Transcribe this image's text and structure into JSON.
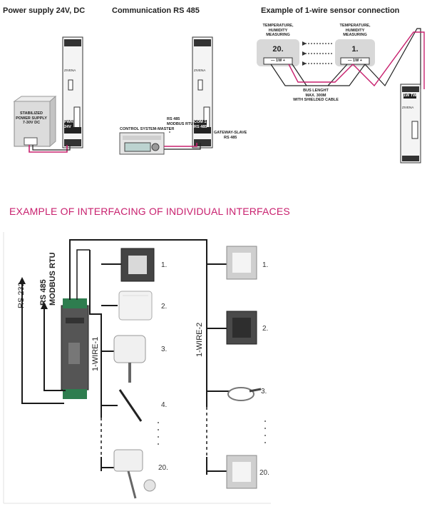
{
  "top": {
    "power_title": "Power supply 24V, DC",
    "rs485_title": "Communication RS 485",
    "onewire_title": "Example of 1-wire sensor connection",
    "psu_label_1": "STABILIZED",
    "psu_label_2": "POWER SUPPLY",
    "psu_label_3": "7-30V DC",
    "pwr_tag_1": "PWR",
    "pwr_tag_2": "24V",
    "control_master": "CONTROL SYSTEM-MASTER",
    "rs485_modbus_1": "RS 485",
    "rs485_modbus_2": "MODBUS RTU",
    "gateway_1": "GATEWAY-SLAVE",
    "gateway_2": "RS 485",
    "com_tag_1": "COM 1",
    "com_tag_2": "RS 485",
    "sensor20_num": "20.",
    "sensor1_num": "1.",
    "sensor_caption_1": "TEMPERATURE,",
    "sensor_caption_2": "HUMIDITY",
    "sensor_caption_3": "MEASURING",
    "sensor_bus": "— 1W +",
    "bus_1": "BUS LENGHT",
    "bus_2": "MAX. 300M",
    "bus_3": "WITH SHIELDED CABLE",
    "tw_tag": "1W TW",
    "brand": "ZIVENA"
  },
  "bottom": {
    "title": "EXAMPLE OF INTERFACING OF INDIVIDUAL INTERFACES",
    "rs232": "RS 232",
    "rs485": "RS 485",
    "modbus": "MODBUS RTU",
    "wire1": "1-WIRE-1",
    "wire2": "1-WIRE-2",
    "left_nums": [
      "1.",
      "2.",
      "3.",
      "4.",
      "20."
    ],
    "right_nums": [
      "1.",
      "2.",
      "3.",
      "20."
    ]
  },
  "colors": {
    "accent": "#c8206e",
    "line": "#1a1a1a",
    "device": "#e8e8e8"
  }
}
